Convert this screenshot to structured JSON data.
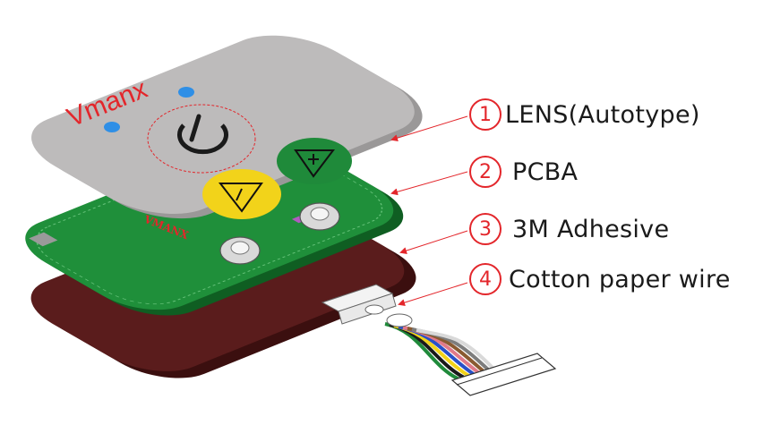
{
  "colors": {
    "lens": "#bdbbbb",
    "lens_edge": "#9a9898",
    "pcb": "#1f8f3a",
    "pcb_dark": "#0f5e22",
    "adhesive": "#5a1c1c",
    "adhesive_dark": "#3b0f0f",
    "brand_red": "#e3262b",
    "button_blue": "#2f8fe6",
    "button_green": "#1f8a3a",
    "button_yellow": "#f2d31a",
    "arrow": "#e3262b"
  },
  "lens": {
    "brand_text": "Vmanx"
  },
  "pcba": {
    "silkscreen_text": "VMANX"
  },
  "wire_colors": [
    "#1f8a3a",
    "#1a1a1a",
    "#f2d31a",
    "#2850c8",
    "#e07a8a",
    "#8a5a30",
    "#7d7d7d",
    "#d9d9d9"
  ],
  "callouts": [
    {
      "number": "1",
      "label": "LENS(Autotype)",
      "icon": "circled-number"
    },
    {
      "number": "2",
      "label": "PCBA",
      "icon": "circled-number"
    },
    {
      "number": "3",
      "label": "3M Adhesive",
      "icon": "circled-number"
    },
    {
      "number": "4",
      "label": "Cotton paper wire",
      "icon": "circled-number"
    }
  ]
}
